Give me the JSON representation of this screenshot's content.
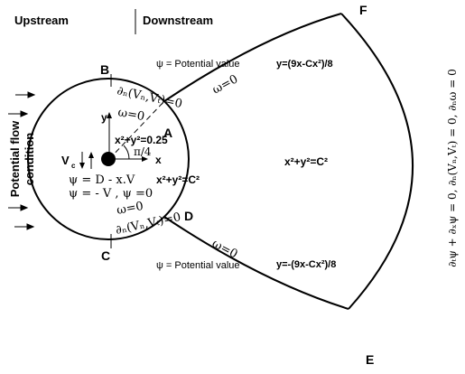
{
  "header": {
    "upstream": "Upstream",
    "downstream": "Downstream"
  },
  "left_label": {
    "line1": "Potential flow",
    "line2": "condition"
  },
  "points": {
    "A": "A",
    "B": "B",
    "C": "C",
    "D": "D",
    "E": "E",
    "F": "F"
  },
  "top": {
    "psi_text": "ψ = Potential value",
    "curve": "y=(9x-Cx²)/8",
    "bc_B": "∂ₙ(Vₙ,Vₜ)=0",
    "omega_inner": "ω=0",
    "omega_AF": "ω=0"
  },
  "bottom": {
    "psi_text": "ψ = Potential value",
    "curve": "y=-(9x-Cx²)/8",
    "bc_C": "∂ₙ(Vₙ,Vₜ)=0",
    "omega_inner": "ω=0",
    "omega_DE": "ω=0"
  },
  "inner": {
    "axis_y": "y",
    "axis_x": "x",
    "circle_small": "x²+y²=0.25",
    "angle": "π/4",
    "vc": "V",
    "psi_eq1": "ψ = D  - x.V",
    "psi_eq2": "ψ  = - V , ψ =0",
    "circle_C1": "x²+y²=C²"
  },
  "outer": {
    "circle_C2": "x²+y²=C²"
  },
  "right_bc": "∂ₜψ + ∂ₓψ = 0, ∂ₙ(Vₙ,Vₜ) = 0, ∂ₙω = 0",
  "colors": {
    "ink": "#000000",
    "background": "#ffffff"
  }
}
